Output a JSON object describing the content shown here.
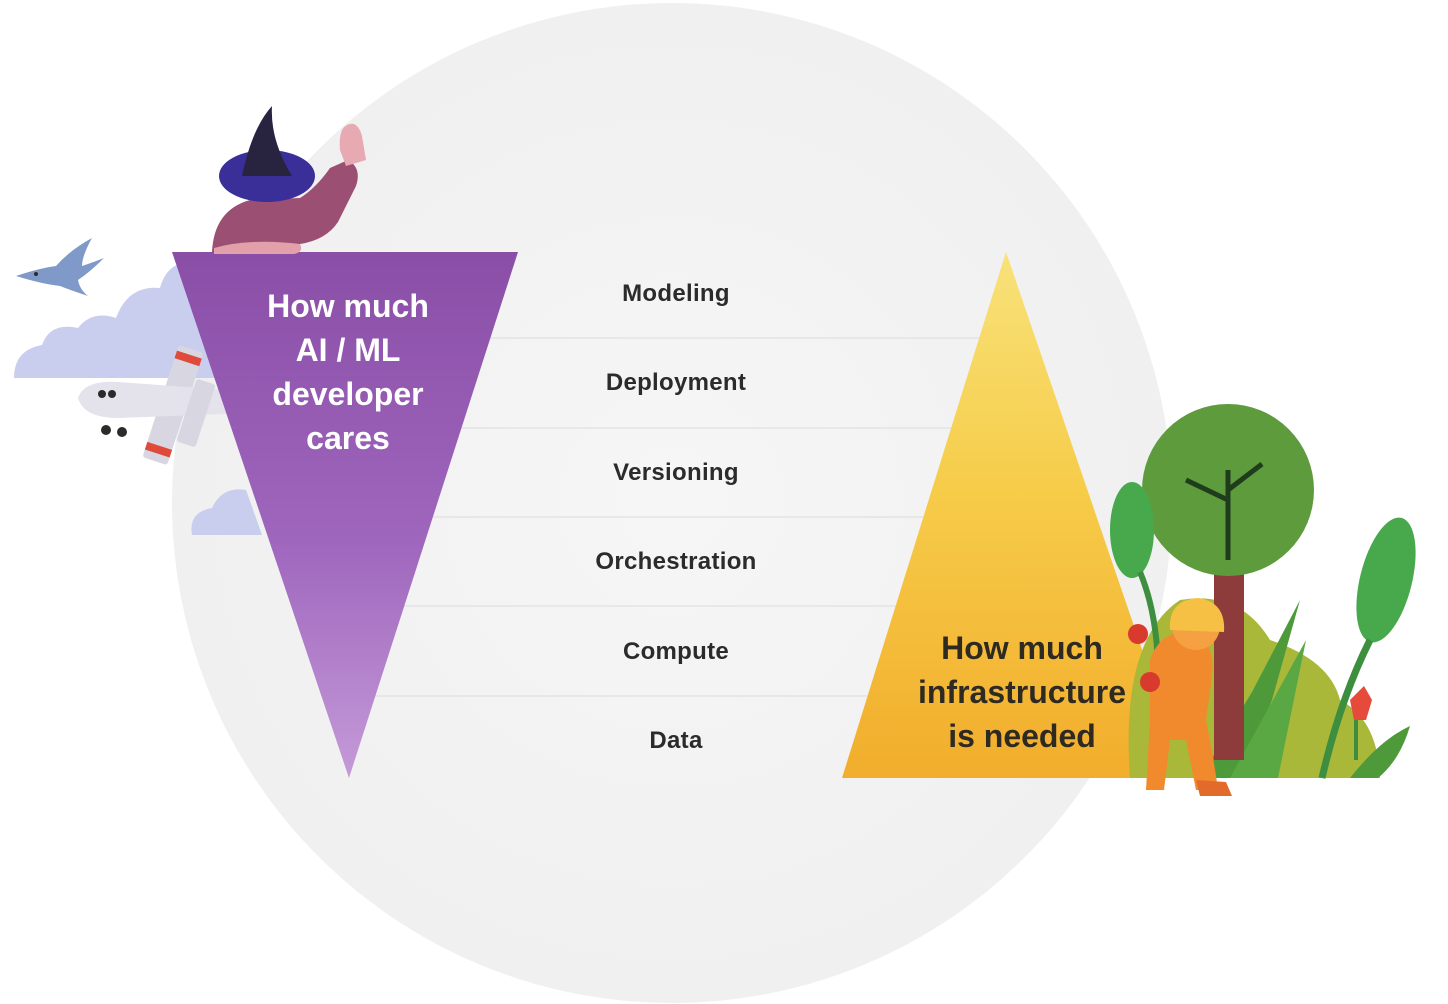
{
  "diagram": {
    "left_triangle": {
      "label_lines": [
        "How much",
        "AI / ML",
        "developer",
        "cares"
      ],
      "color": "#8a4fb0"
    },
    "right_triangle": {
      "label_lines": [
        "How much",
        "infrastructure",
        "is needed"
      ],
      "color": "#f4b534"
    },
    "layers": [
      {
        "label": "Modeling"
      },
      {
        "label": "Deployment"
      },
      {
        "label": "Versioning"
      },
      {
        "label": "Orchestration"
      },
      {
        "label": "Compute"
      },
      {
        "label": "Data"
      }
    ],
    "background_circle_color": "#f3f3f3"
  }
}
